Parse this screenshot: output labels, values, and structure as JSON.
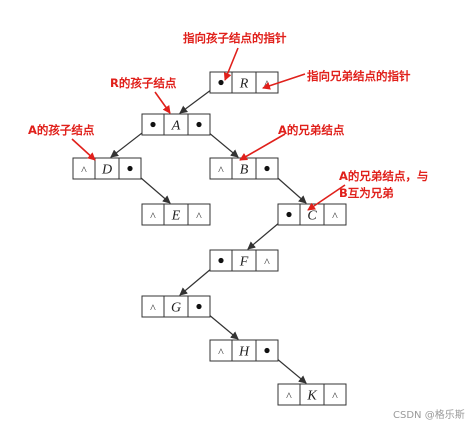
{
  "diagram": {
    "nodes": [
      {
        "id": "R",
        "label": "R",
        "left": "",
        "right": "^"
      },
      {
        "id": "A",
        "label": "A",
        "left": "",
        "right": ""
      },
      {
        "id": "D",
        "label": "D",
        "left": "^",
        "right": ""
      },
      {
        "id": "B",
        "label": "B",
        "left": "^",
        "right": ""
      },
      {
        "id": "E",
        "label": "E",
        "left": "^",
        "right": "^"
      },
      {
        "id": "C",
        "label": "C",
        "left": "",
        "right": "^"
      },
      {
        "id": "F",
        "label": "F",
        "left": "",
        "right": "^"
      },
      {
        "id": "G",
        "label": "G",
        "left": "^",
        "right": ""
      },
      {
        "id": "H",
        "label": "H",
        "left": "^",
        "right": ""
      },
      {
        "id": "K",
        "label": "K",
        "left": "^",
        "right": "^"
      }
    ],
    "edges": [
      {
        "from": "R",
        "to": "A"
      },
      {
        "from": "A",
        "to": "D"
      },
      {
        "from": "A",
        "to": "B"
      },
      {
        "from": "D",
        "to": "E"
      },
      {
        "from": "B",
        "to": "C"
      },
      {
        "from": "C",
        "to": "F"
      },
      {
        "from": "F",
        "to": "G"
      },
      {
        "from": "G",
        "to": "H"
      },
      {
        "from": "H",
        "to": "K"
      }
    ],
    "annotations": {
      "child_pointer": "指向孩子结点的指针",
      "sibling_pointer": "指向兄弟结点的指针",
      "r_child": "R的孩子结点",
      "a_child": "A的孩子结点",
      "a_sibling": "A的兄弟结点",
      "c_note_line1": "A的兄弟结点，与",
      "c_note_line2": "B互为兄弟"
    },
    "colors": {
      "annotation": "#e0201b",
      "stroke": "#333333"
    }
  },
  "watermark": "CSDN @格乐斯"
}
